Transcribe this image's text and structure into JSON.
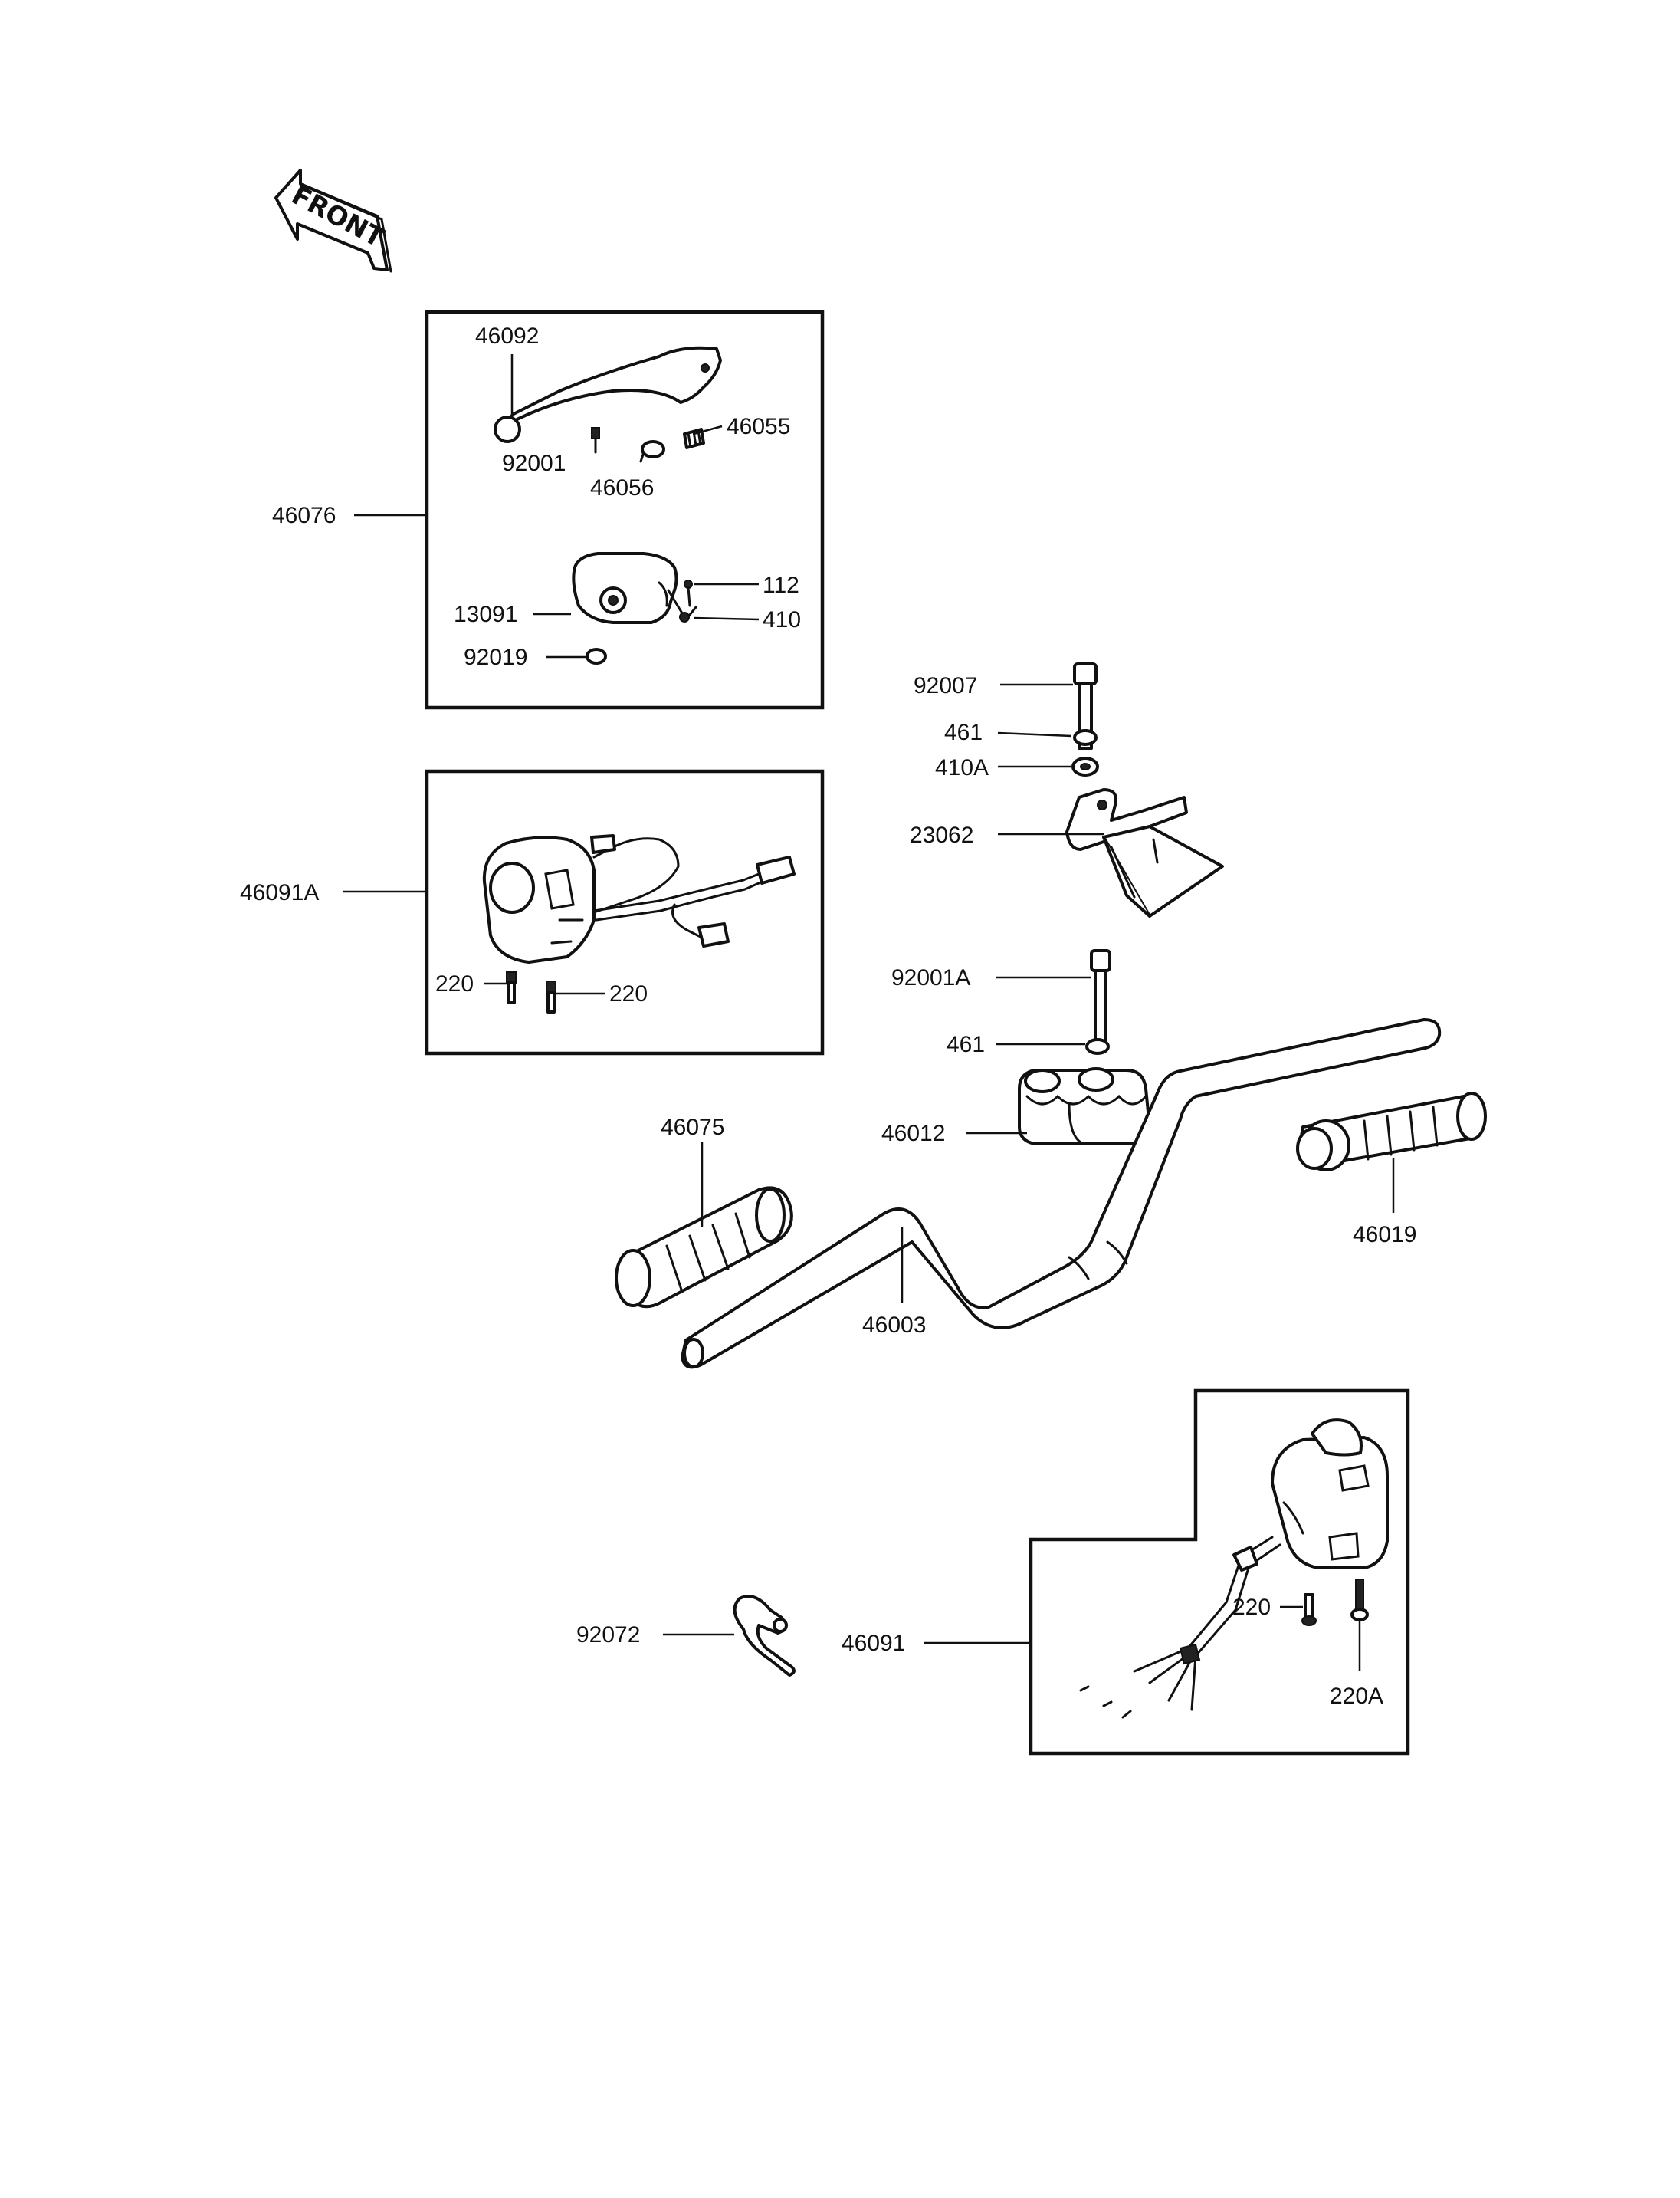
{
  "front_arrow": {
    "label": "FRONT"
  },
  "labels": {
    "p46092": "46092",
    "p92001": "92001",
    "p46055": "46055",
    "p46056": "46056",
    "p46076": "46076",
    "p112": "112",
    "p13091": "13091",
    "p410": "410",
    "p92019": "92019",
    "p92007": "92007",
    "p461a": "461",
    "p410a": "410A",
    "p23062": "23062",
    "p46091a": "46091A",
    "p220a": "220",
    "p220b": "220",
    "p92001a": "92001A",
    "p461b": "461",
    "p46075": "46075",
    "p46012": "46012",
    "p46019": "46019",
    "p46003": "46003",
    "p92072": "92072",
    "p46091": "46091",
    "p220c": "220",
    "p220aa": "220A"
  }
}
